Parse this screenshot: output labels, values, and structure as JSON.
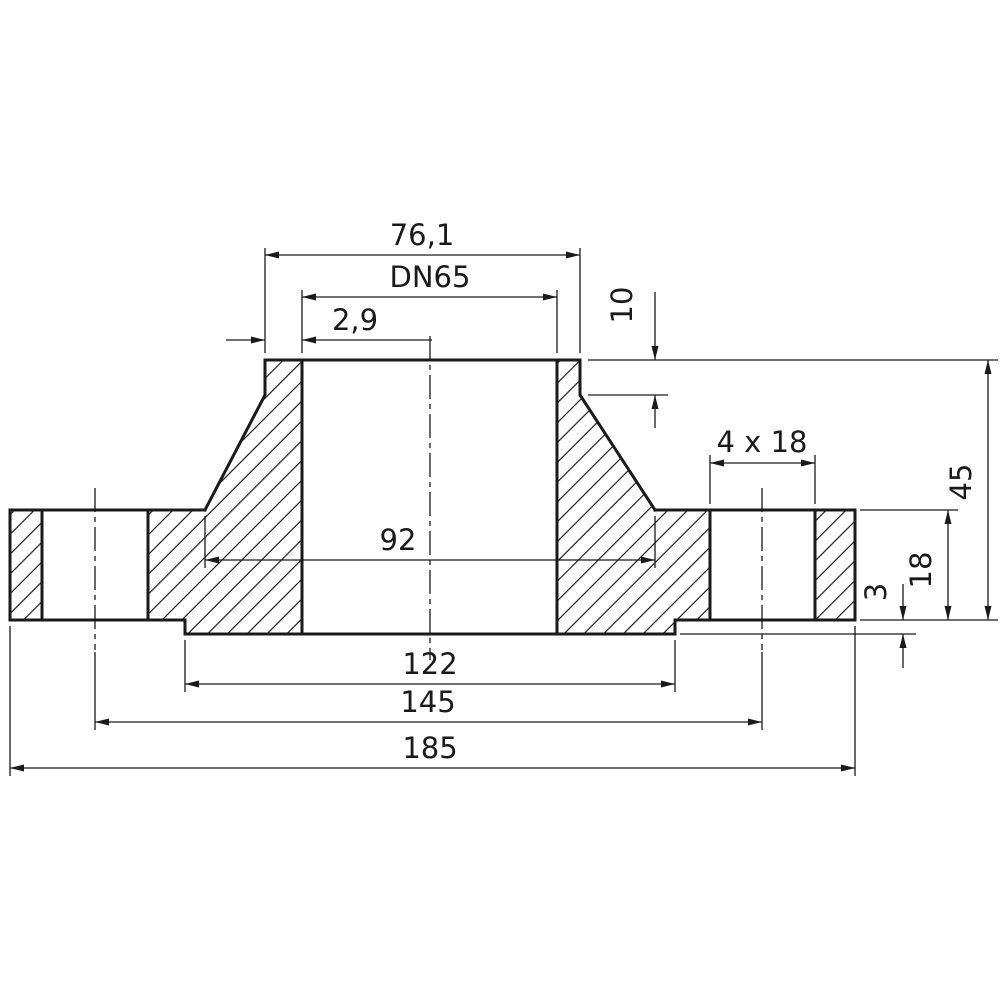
{
  "drawing": {
    "title": "Flange cross-section dimensional drawing",
    "colors": {
      "line": "#1a1a1a",
      "background": "#ffffff"
    },
    "labels": {
      "neck_outer_diameter": "76,1",
      "nominal_bore": "DN65",
      "wall_thickness": "2,9",
      "neck_straight_length": "10",
      "bolt_holes": "4 x 18",
      "total_height": "45",
      "hub_diameter": "92",
      "raised_face_height": "3",
      "flange_thickness": "18",
      "raised_face_diameter": "122",
      "bolt_circle_diameter": "145",
      "outer_diameter": "185"
    }
  }
}
